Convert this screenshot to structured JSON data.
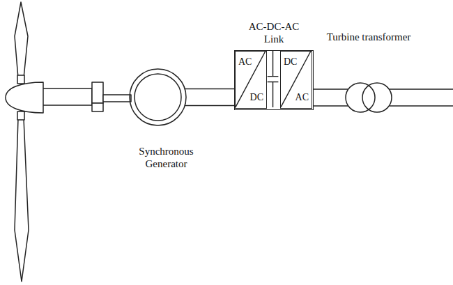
{
  "diagram": {
    "nodes": [
      {
        "text": [
          "Synchronous Generator"
        ]
      },
      {
        "text": [
          "AC-DC-AC Link"
        ]
      },
      {
        "text": [
          "AC",
          "DC"
        ],
        "in": 1
      },
      {
        "text": [
          "DC",
          "AC"
        ],
        "in": 1
      },
      {
        "text": [
          "Turbine transformer"
        ]
      }
    ],
    "edges": [
      {
        "from": 0,
        "to": 1,
        "arrow": "none"
      },
      {
        "from": 1,
        "to": 4,
        "arrow": "none"
      }
    ]
  }
}
